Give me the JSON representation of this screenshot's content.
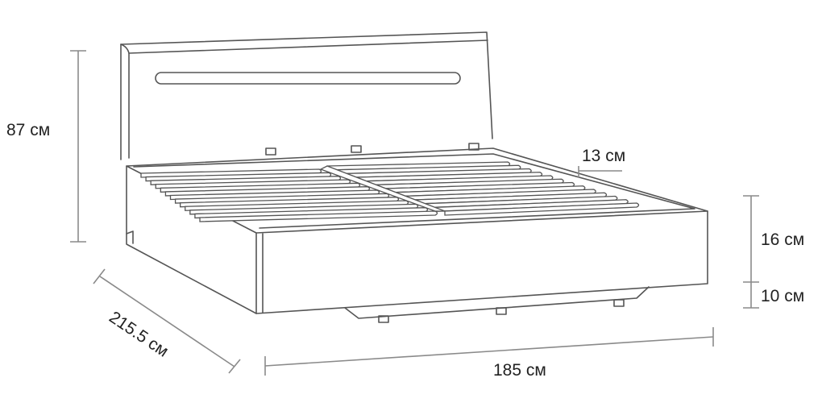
{
  "diagram": {
    "colors": {
      "outline": "#555555",
      "dimension_line": "#8a8a8a",
      "text": "#222222"
    },
    "dimensions": {
      "height_total": "87 см",
      "mattress_inset": "13 см",
      "frame_height": "16 см",
      "leg_height": "10 см",
      "depth": "215.5 см",
      "width": "185 см"
    }
  }
}
